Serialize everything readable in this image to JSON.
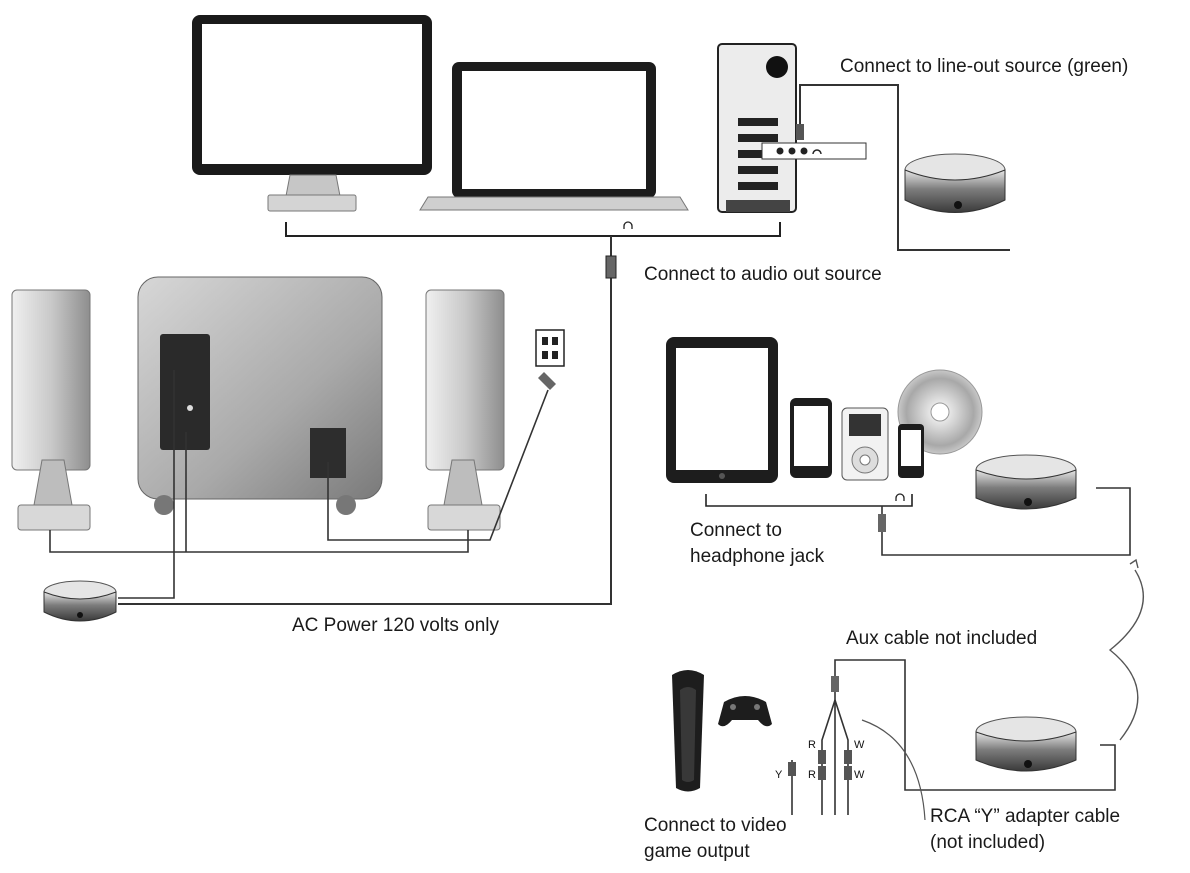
{
  "labels": {
    "line_out": "Connect to line-out source (green)",
    "audio_out": "Connect to audio out source",
    "headphone_line1": "Connect to",
    "headphone_line2": "headphone jack",
    "ac_power": "AC Power 120 volts only",
    "aux_cable": "Aux cable not included",
    "video_line1": "Connect to video",
    "video_line2": "game output",
    "rca_line1": "RCA “Y” adapter cable",
    "rca_line2": "(not included)"
  },
  "rca_tags": {
    "r_top": "R",
    "w_top": "W",
    "y": "Y",
    "r_bottom": "R",
    "w_bottom": "W"
  },
  "icons": [
    "monitor-icon",
    "laptop-icon",
    "desktop-tower-icon",
    "headphone-jack-icon",
    "satellite-speaker-icon",
    "subwoofer-icon",
    "power-outlet-icon",
    "control-pod-icon",
    "tablet-icon",
    "smartphone-icon",
    "mp3-player-icon",
    "cd-disc-icon",
    "game-console-icon",
    "gamepad-icon"
  ]
}
